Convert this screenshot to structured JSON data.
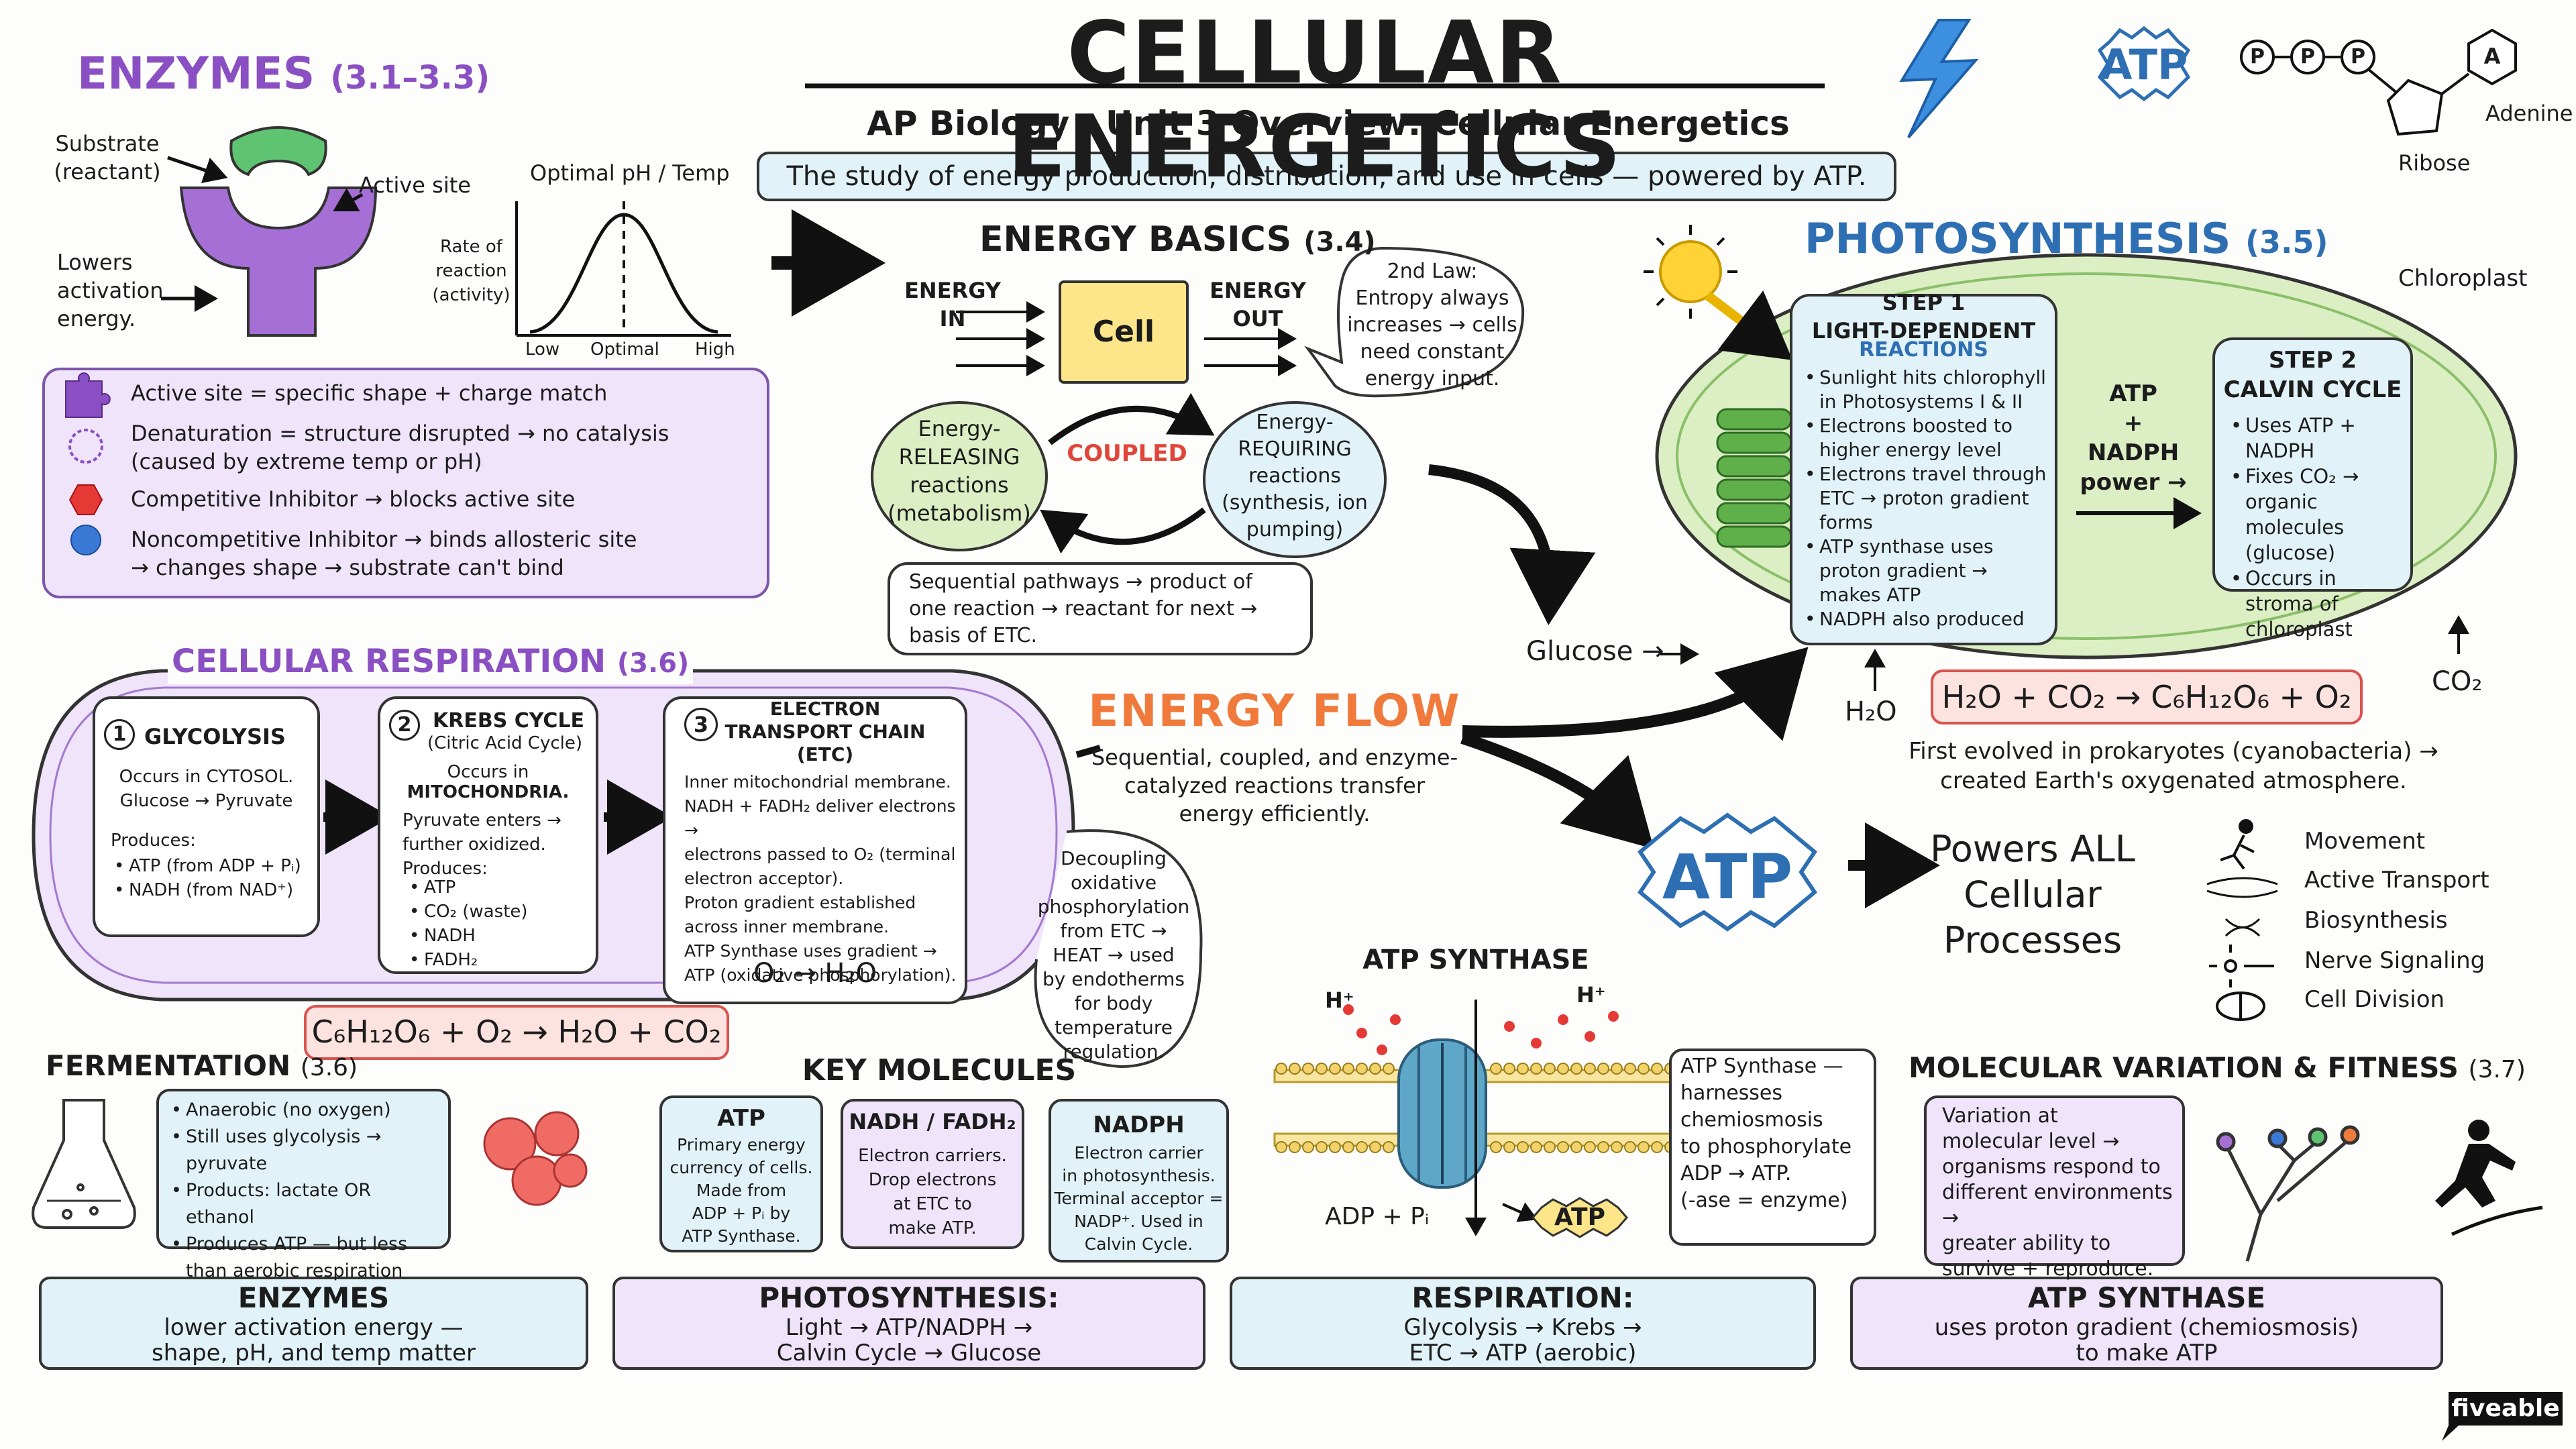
{
  "header": {
    "title": "CELLULAR ENERGETICS",
    "subtitle": "AP Biology · Unit 3 Overview: Cellular Energetics",
    "banner": "The study of energy production, distribution, and use in cells — powered by ATP.",
    "atp_badge": "ATP",
    "phosphate": "P",
    "adenine_letter": "A",
    "adenine": "Adenine",
    "ribose": "Ribose"
  },
  "enzymes": {
    "heading": "ENZYMES",
    "heading_ref": "(3.1–3.3)",
    "substrate": "Substrate\n(reactant)",
    "active_site": "Active site",
    "lowers": "Lowers\nactivation\nenergy.",
    "graph_title": "Optimal pH / Temp",
    "graph_ylabel": "Rate of\nreaction\n(activity)",
    "graph_low": "Low",
    "graph_optimal": "Optimal",
    "graph_high": "High",
    "items": [
      {
        "icon": "puzzle-icon",
        "text": "Active site = specific shape + charge match"
      },
      {
        "icon": "denatured-protein-icon",
        "text": "Denaturation = structure disrupted → no catalysis\n(caused by extreme temp or pH)"
      },
      {
        "icon": "red-hexagon-icon",
        "text": "Competitive Inhibitor → blocks active site"
      },
      {
        "icon": "blue-circle-icon",
        "text": "Noncompetitive Inhibitor → binds allosteric site\n→ changes shape → substrate can't bind"
      }
    ]
  },
  "energy_basics": {
    "heading": "ENERGY BASICS",
    "heading_ref": "(3.4)",
    "energy_in": "ENERGY\nIN",
    "cell": "Cell",
    "energy_out": "ENERGY\nOUT",
    "second_law": "2nd Law:\nEntropy always\nincreases → cells\nneed constant\nenergy input.",
    "releasing": "Energy-\nRELEASING\nreactions\n(metabolism)",
    "coupled": "COUPLED",
    "requiring": "Energy-\nREQUIRING\nreactions\n(synthesis, ion\npumping)",
    "sequential": "Sequential pathways → product of\none reaction → reactant for next →\nbasis of ETC."
  },
  "photosynthesis": {
    "heading": "PHOTOSYNTHESIS",
    "heading_ref": "(3.5)",
    "chloroplast": "Chloroplast",
    "step1_title": "STEP 1\nLIGHT-DEPENDENT",
    "step1_sub": "REACTIONS",
    "step1_items": [
      "Sunlight hits chlorophyll in Photosystems I & II",
      "Electrons boosted to higher energy level",
      "Electrons travel through ETC → proton gradient forms",
      "ATP synthase uses proton gradient → makes ATP",
      "NADPH also produced"
    ],
    "power": "ATP\n+\nNADPH\npower →",
    "step2_title": "STEP 2\nCALVIN CYCLE",
    "step2_items": [
      "Uses ATP + NADPH",
      "Fixes CO₂ → organic molecules (glucose)",
      "Occurs in stroma of chloroplast"
    ],
    "glucose": "Glucose →",
    "h2o": "H₂O",
    "co2": "CO₂",
    "equation": "H₂O + CO₂ → C₆H₁₂O₆ + O₂",
    "note": "First evolved in prokaryotes (cyanobacteria) →\ncreated Earth's oxygenated atmosphere."
  },
  "respiration": {
    "heading": "CELLULAR RESPIRATION",
    "heading_ref": "(3.6)",
    "glycolysis_num": "1",
    "glycolysis_title": "GLYCOLYSIS",
    "glycolysis_body": "Occurs in CYTOSOL.\nGlucose → Pyruvate",
    "glycolysis_produces": "Produces:",
    "glycolysis_items": [
      "ATP (from ADP + Pᵢ)",
      "NADH (from NAD⁺)"
    ],
    "krebs_num": "2",
    "krebs_title": "KREBS CYCLE",
    "krebs_sub": "(Citric Acid Cycle)",
    "krebs_occurs": "Occurs in",
    "krebs_where": "MITOCHONDRIA.",
    "krebs_body": "Pyruvate enters →\nfurther oxidized.\nProduces:",
    "krebs_items": [
      "ATP",
      "CO₂ (waste)",
      "NADH",
      "FADH₂"
    ],
    "etc_num": "3",
    "etc_title": "ELECTRON\nTRANSPORT CHAIN\n(ETC)",
    "etc_body": "Inner mitochondrial membrane.\nNADH + FADH₂ deliver electrons →\nelectrons passed to O₂ (terminal\nelectron acceptor).\nProton gradient established\nacross inner membrane.\nATP Synthase uses gradient →\nATP (oxidative phosphorylation).",
    "etc_eq": "O₂ → H₂O",
    "equation": "C₆H₁₂O₆ + O₂ → H₂O + CO₂",
    "decoupling": "Decoupling\noxidative\nphosphorylation\nfrom ETC →\nHEAT → used\nby endotherms\nfor body\ntemperature\nregulation."
  },
  "energy_flow": {
    "heading": "ENERGY FLOW",
    "body": "Sequential, coupled, and enzyme-\ncatalyzed reactions transfer\nenergy efficiently."
  },
  "atp_center": {
    "badge": "ATP",
    "powers": "Powers ALL\nCellular\nProcesses",
    "processes": [
      {
        "icon": "running-person-icon",
        "label": "Movement"
      },
      {
        "icon": "membrane-transport-icon",
        "label": "Active Transport"
      },
      {
        "icon": "dna-icon",
        "label": "Biosynthesis"
      },
      {
        "icon": "neuron-icon",
        "label": "Nerve Signaling"
      },
      {
        "icon": "dividing-cell-icon",
        "label": "Cell Division"
      }
    ]
  },
  "fermentation": {
    "heading": "FERMENTATION",
    "heading_ref": "(3.6)",
    "items": [
      "Anaerobic (no oxygen)",
      "Still uses glycolysis → pyruvate",
      "Products: lactate OR ethanol",
      "Produces ATP — but less than aerobic respiration"
    ]
  },
  "key_molecules": {
    "heading": "KEY MOLECULES",
    "atp_title": "ATP",
    "atp_body": "Primary energy\ncurrency of cells.\nMade from\nADP + Pᵢ by\nATP Synthase.",
    "nadh_title": "NADH / FADH₂",
    "nadh_body": "Electron carriers.\nDrop electrons\nat ETC to\nmake ATP.",
    "nadph_title": "NADPH",
    "nadph_body": "Electron carrier\nin photosynthesis.\nTerminal acceptor =\nNADP⁺. Used in\nCalvin Cycle."
  },
  "atp_synthase": {
    "heading": "ATP SYNTHASE",
    "h_plus": "H⁺",
    "adp": "ADP + Pᵢ",
    "atp": "ATP",
    "note": "ATP Synthase —\nharnesses\nchemiosmosis\nto phosphorylate\nADP → ATP.\n(-ase = enzyme)"
  },
  "variation": {
    "heading": "MOLECULAR VARIATION & FITNESS",
    "heading_ref": "(3.7)",
    "body": "Variation at\nmolecular level →\norganisms respond to\ndifferent environments →\ngreater ability to\nsurvive + reproduce."
  },
  "summary": [
    {
      "title": "ENZYMES",
      "body": "lower activation energy —\nshape, pH, and temp matter"
    },
    {
      "title": "PHOTOSYNTHESIS:",
      "body": "Light → ATP/NADPH →\nCalvin Cycle → Glucose"
    },
    {
      "title": "RESPIRATION:",
      "body": "Glycolysis → Krebs →\nETC → ATP (aerobic)"
    },
    {
      "title": "ATP SYNTHASE",
      "body": "uses proton gradient (chemiosmosis)\nto make ATP"
    }
  ],
  "brand": "fiveable",
  "colors": {
    "purple": "#8a4fc2",
    "blue": "#2e6fb3",
    "orange": "#f07a3b",
    "lavender": "#efe4fa",
    "lightblue": "#e1f3f9",
    "green": "#dcefc4",
    "red_box": "#fde3df"
  }
}
